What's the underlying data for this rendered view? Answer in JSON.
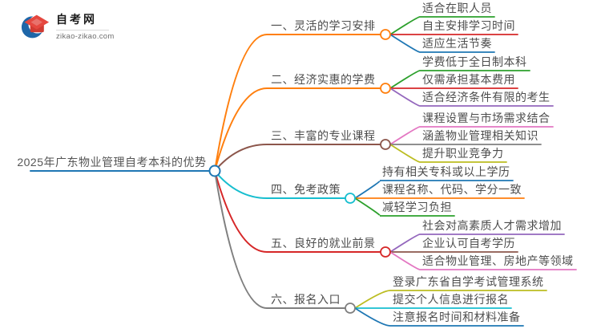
{
  "logo": {
    "title": "自考网",
    "domain": "zikao-zikao.com",
    "icon": "graduation-cap-logo",
    "brand_blue": "#1e66a8",
    "brand_red": "#e5473f"
  },
  "root": {
    "label": "2025年广东物业管理自考本科的优势",
    "color": "#1f77b4"
  },
  "branches": [
    {
      "label": "一、灵活的学习安排",
      "color": "#ff7f0e",
      "children": [
        {
          "label": "适合在职人员",
          "color": "#2ca02c"
        },
        {
          "label": "自主安排学习时间",
          "color": "#d62728"
        },
        {
          "label": "适应生活节奏",
          "color": "#1f77b4"
        }
      ]
    },
    {
      "label": "二、经济实惠的学费",
      "color": "#ff7f0e",
      "children": [
        {
          "label": "学费低于全日制本科",
          "color": "#2ca02c"
        },
        {
          "label": "仅需承担基本费用",
          "color": "#d62728"
        },
        {
          "label": "适合经济条件有限的考生",
          "color": "#9467bd"
        }
      ]
    },
    {
      "label": "三、丰富的专业课程",
      "color": "#8c564b",
      "children": [
        {
          "label": "课程设置与市场需求结合",
          "color": "#e377c2"
        },
        {
          "label": "涵盖物业管理相关知识",
          "color": "#7f7f7f"
        },
        {
          "label": "提升职业竞争力",
          "color": "#bcbd22"
        }
      ]
    },
    {
      "label": "四、免考政策",
      "color": "#17becf",
      "children": [
        {
          "label": "持有相关专科或以上学历",
          "color": "#1f77b4"
        },
        {
          "label": "课程名称、代码、学分一致",
          "color": "#ff7f0e"
        },
        {
          "label": "减轻学习负担",
          "color": "#2ca02c"
        }
      ]
    },
    {
      "label": "五、良好的就业前景",
      "color": "#d62728",
      "children": [
        {
          "label": "社会对高素质人才需求增加",
          "color": "#9467bd"
        },
        {
          "label": "企业认可自考学历",
          "color": "#8c564b"
        },
        {
          "label": "适合物业管理、房地产等领域",
          "color": "#e377c2"
        }
      ]
    },
    {
      "label": "六、报名入口",
      "color": "#7f7f7f",
      "children": [
        {
          "label": "登录广东省自学考试管理系统",
          "color": "#bcbd22"
        },
        {
          "label": "提交个人信息进行报名",
          "color": "#17becf"
        },
        {
          "label": "注意报名时间和材料准备",
          "color": "#1f77b4"
        }
      ]
    }
  ]
}
